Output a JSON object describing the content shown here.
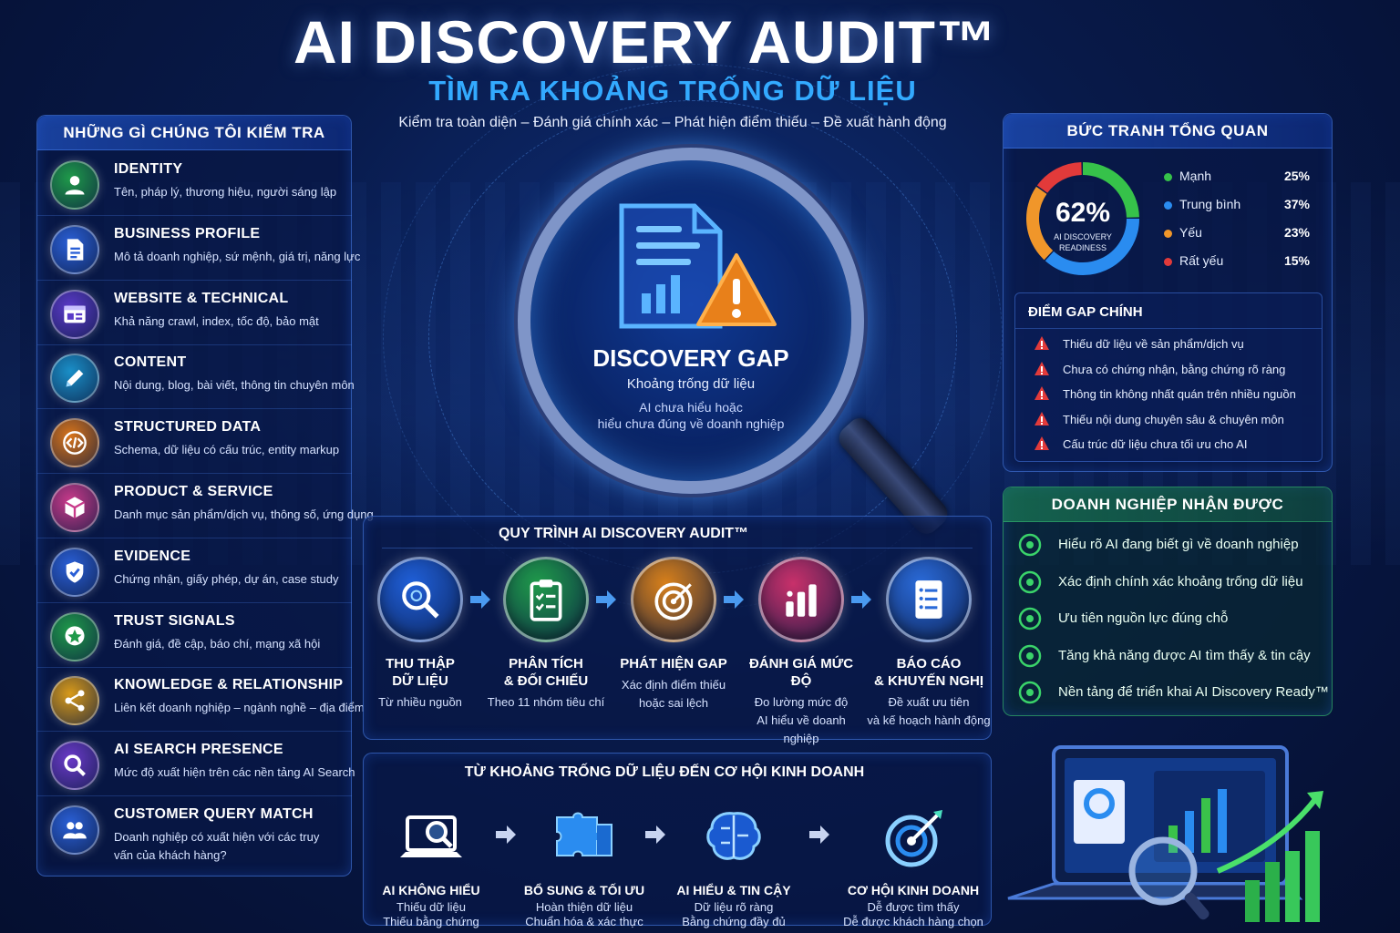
{
  "header": {
    "title": "AI DISCOVERY AUDIT™",
    "subtitle": "TÌM RA KHOẢNG TRỐNG DỮ LIỆU",
    "tagline": "Kiểm tra toàn diện – Đánh giá chính xác – Phát hiện điểm thiếu – Đề xuất hành động"
  },
  "checklist": {
    "title": "NHỮNG GÌ CHÚNG TÔI KIỂM TRA",
    "items": [
      {
        "title": "IDENTITY",
        "desc": "Tên, pháp lý, thương hiệu, người sáng lập",
        "icon": "user-icon",
        "color": "#1f9a4a"
      },
      {
        "title": "BUSINESS PROFILE",
        "desc": "Mô tả doanh nghiệp, sứ mệnh, giá trị, năng lực",
        "icon": "document-icon",
        "color": "#2a5fd6"
      },
      {
        "title": "WEBSITE & TECHNICAL",
        "desc": "Khả năng crawl, index, tốc độ, bảo mật",
        "icon": "browser-icon",
        "color": "#5a3ac8"
      },
      {
        "title": "CONTENT",
        "desc": "Nội dung, blog, bài viết, thông tin chuyên môn",
        "icon": "pencil-icon",
        "color": "#1a8fc8"
      },
      {
        "title": "STRUCTURED DATA",
        "desc": "Schema, dữ liệu có cấu trúc, entity markup",
        "icon": "code-icon",
        "color": "#d8741a"
      },
      {
        "title": "PRODUCT & SERVICE",
        "desc": "Danh mục sản phẩm/dịch vụ, thông số, ứng dụng",
        "icon": "box-icon",
        "color": "#c83a8a"
      },
      {
        "title": "EVIDENCE",
        "desc": "Chứng nhận, giấy phép, dự án, case study",
        "icon": "shield-check-icon",
        "color": "#2a5fd6"
      },
      {
        "title": "TRUST SIGNALS",
        "desc": "Đánh giá, đề cập, báo chí, mạng xã hội",
        "icon": "star-badge-icon",
        "color": "#1f9a4a"
      },
      {
        "title": "KNOWLEDGE & RELATIONSHIP",
        "desc": "Liên kết doanh nghiệp – ngành nghề – địa điểm",
        "icon": "share-icon",
        "color": "#d89a1a"
      },
      {
        "title": "AI SEARCH PRESENCE",
        "desc": "Mức độ xuất hiện trên các nền tảng AI Search",
        "icon": "search-icon",
        "color": "#6a3ac8"
      },
      {
        "title": "CUSTOMER QUERY MATCH",
        "desc": "Doanh nghiệp có xuất hiện với các truy vấn của khách hàng?",
        "icon": "users-icon",
        "color": "#2a5fd6"
      }
    ]
  },
  "center": {
    "gap_title": "DISCOVERY GAP",
    "gap_sub": "Khoảng trống dữ liệu",
    "gap_note_1": "AI chưa hiểu hoặc",
    "gap_note_2": "hiểu chưa đúng về doanh nghiệp"
  },
  "overview": {
    "title": "BỨC TRANH TỔNG QUAN",
    "score": "62%",
    "score_label_1": "AI DISCOVERY",
    "score_label_2": "READINESS",
    "legend": [
      {
        "label": "Mạnh",
        "pct": "25%",
        "value": 25,
        "color": "#36c24a"
      },
      {
        "label": "Trung bình",
        "pct": "37%",
        "value": 37,
        "color": "#2a8cf0"
      },
      {
        "label": "Yếu",
        "pct": "23%",
        "value": 23,
        "color": "#f0962a"
      },
      {
        "label": "Rất yếu",
        "pct": "15%",
        "value": 15,
        "color": "#e23a3a"
      }
    ],
    "gaps_title": "ĐIỂM GAP CHÍNH",
    "gaps": [
      "Thiếu dữ liệu về sản phẩm/dịch vụ",
      "Chưa có chứng nhận, bằng chứng rõ ràng",
      "Thông tin không nhất quán trên nhiều nguồn",
      "Thiếu nội dung chuyên sâu & chuyên môn",
      "Cấu trúc dữ liệu chưa tối ưu cho AI"
    ]
  },
  "benefits": {
    "title": "DOANH NGHIỆP NHẬN ĐƯỢC",
    "items": [
      "Hiểu rõ AI đang biết gì về doanh nghiệp",
      "Xác định chính xác khoảng trống dữ liệu",
      "Ưu tiên nguồn lực đúng chỗ",
      "Tăng khả năng được AI tìm thấy & tin cậy",
      "Nền tảng để triển khai AI Discovery Ready™"
    ]
  },
  "process": {
    "title": "QUY TRÌNH AI DISCOVERY AUDIT™",
    "steps": [
      {
        "title_1": "THU THẬP",
        "title_2": "DỮ LIỆU",
        "desc_1": "Từ nhiều nguồn",
        "desc_2": "",
        "color": "#1f5fd8",
        "icon": "search-target-icon"
      },
      {
        "title_1": "PHÂN TÍCH",
        "title_2": "& ĐỐI CHIẾU",
        "desc_1": "Theo 11 nhóm tiêu chí",
        "desc_2": "",
        "color": "#1f9a4a",
        "icon": "clipboard-check-icon"
      },
      {
        "title_1": "PHÁT HIỆN GAP",
        "title_2": "",
        "desc_1": "Xác định điểm thiếu",
        "desc_2": "hoặc sai lệch",
        "color": "#d8801a",
        "icon": "target-icon"
      },
      {
        "title_1": "ĐÁNH GIÁ MỨC ĐỘ",
        "title_2": "",
        "desc_1": "Đo lường mức độ",
        "desc_2": "AI hiểu về doanh nghiệp",
        "color": "#c8306a",
        "icon": "bar-chart-icon"
      },
      {
        "title_1": "BÁO CÁO",
        "title_2": "& KHUYẾN NGHỊ",
        "desc_1": "Đề xuất ưu tiên",
        "desc_2": "và kế hoạch hành động",
        "color": "#2a6ad8",
        "icon": "report-icon"
      }
    ]
  },
  "business": {
    "title": "TỪ KHOẢNG TRỐNG DỮ LIỆU ĐẾN CƠ HỘI KINH DOANH",
    "items": [
      {
        "title": "AI KHÔNG HIỂU",
        "desc_1": "Thiếu dữ liệu",
        "desc_2": "Thiếu bằng chứng",
        "icon": "laptop-search-icon"
      },
      {
        "title": "BỔ SUNG & TỐI ƯU",
        "desc_1": "Hoàn thiện dữ liệu",
        "desc_2": "Chuẩn hóa & xác thực",
        "icon": "puzzle-icon"
      },
      {
        "title": "AI HIỂU & TIN CẬY",
        "desc_1": "Dữ liệu rõ ràng",
        "desc_2": "Bằng chứng đầy đủ",
        "icon": "brain-icon"
      },
      {
        "title": "CƠ HỘI KINH DOANH",
        "desc_1": "Dễ được tìm thấy",
        "desc_2": "Dễ được khách hàng chọn",
        "icon": "target-arrow-icon"
      }
    ]
  }
}
